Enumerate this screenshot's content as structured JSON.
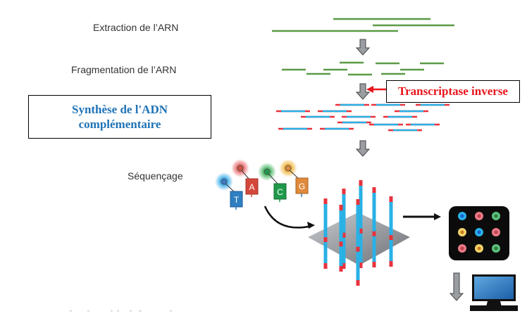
{
  "steps": {
    "extraction": "Extraction de l’ARN",
    "fragmentation": "Fragmentation de l’ARN",
    "cdna_synthesis_line1": "Synthèse de l'ADN",
    "cdna_synthesis_line2": "complémentaire",
    "sequencing": "Séquençage"
  },
  "enzyme_label": "Transcriptase inverse",
  "nucleotides": [
    {
      "letter": "T",
      "color": "#2f7fc1",
      "glow": "#2aa6e8"
    },
    {
      "letter": "A",
      "color": "#d4483b",
      "glow": "#e86060"
    },
    {
      "letter": "C",
      "color": "#1e9a4a",
      "glow": "#3cb25a"
    },
    {
      "letter": "G",
      "color": "#e08a3c",
      "glow": "#f0b030"
    }
  ],
  "colors": {
    "rna": "#5b9a46",
    "cdna": "#29b1e6",
    "cdna_end": "#e8323c",
    "arrow": "#8a8d91",
    "label_blue": "#1f73b7",
    "label_red": "#e8141b"
  }
}
